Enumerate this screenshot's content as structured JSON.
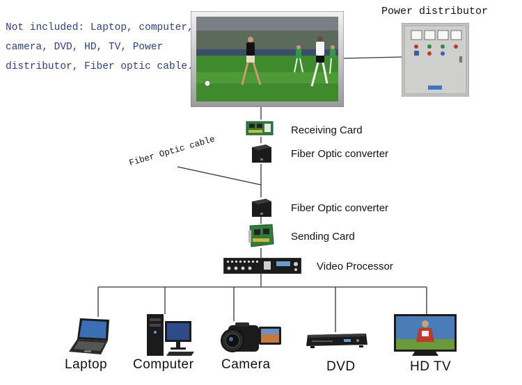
{
  "note": {
    "lines": [
      "Not included: Laptop, computer,",
      "camera, DVD, HD, TV, Power",
      "distributor, Fiber optic cable."
    ]
  },
  "chain": {
    "power_distributor": "Power distributor",
    "receiving_card": "Receiving Card",
    "fiber_converter_top": "Fiber Optic converter",
    "fiber_cable": "Fiber Optic cable",
    "fiber_converter_bottom": "Fiber Optic converter",
    "sending_card": "Sending Card",
    "video_processor": "Video Processor"
  },
  "sources": [
    "Laptop",
    "Computer",
    "Camera",
    "DVD",
    "HD TV"
  ],
  "colors": {
    "note_text": "#2b3f8c",
    "pitch_green": "#3f8a2c",
    "cabinet_gray": "#c4c4c2",
    "card_green": "#2e7d3a",
    "device_black": "#1b1b1b"
  }
}
